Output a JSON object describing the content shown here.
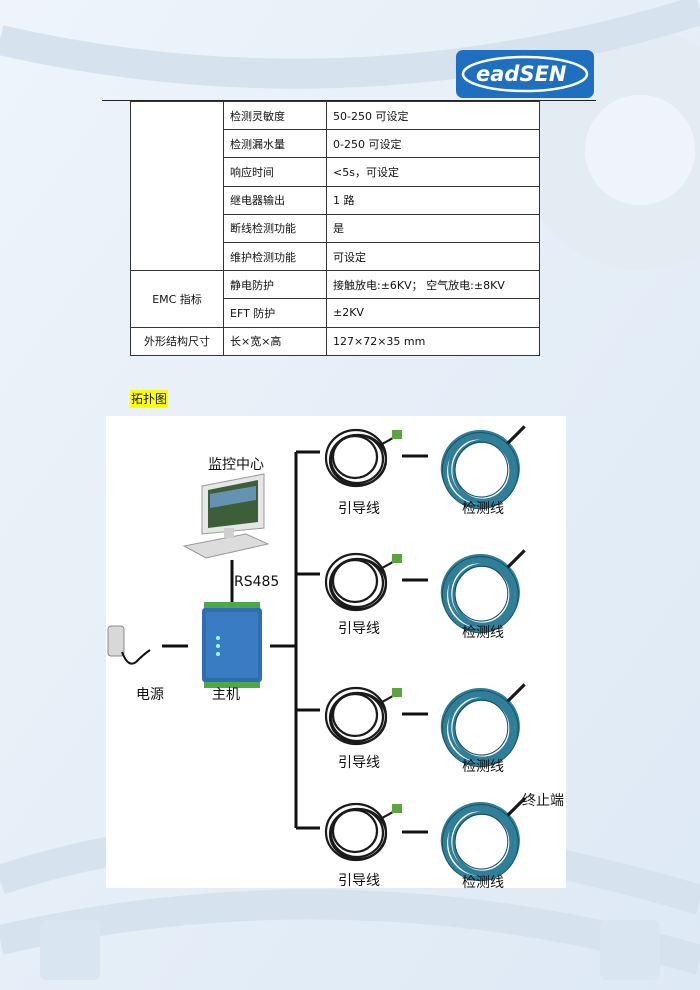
{
  "logo": {
    "text": "eadSEN"
  },
  "spec_table": {
    "rows": [
      {
        "label": "检测灵敏度",
        "value": "50-250 可设定"
      },
      {
        "label": "检测漏水量",
        "value": "0-250 可设定"
      },
      {
        "label": "响应时间",
        "value": "<5s，可设定"
      },
      {
        "label": "继电器输出",
        "value": "1 路"
      },
      {
        "label": "断线检测功能",
        "value": "是"
      },
      {
        "label": "维护检测功能",
        "value": "可设定"
      },
      {
        "group": "EMC 指标",
        "label": "静电防护",
        "value": "接触放电:±6KV；  空气放电:±8KV"
      },
      {
        "label": "EFT 防护",
        "value": "±2KV"
      },
      {
        "group": "外形结构尺寸",
        "label": "长×宽×高",
        "value": "127×72×35 mm"
      }
    ]
  },
  "topology": {
    "title": "拓扑图",
    "monitor_center": "监控中心",
    "rs485": "RS485",
    "power": "电源",
    "host": "主机",
    "lead_wire": "引导线",
    "sense_wire": "检测线",
    "terminator": "终止端",
    "lead_wire_labels": [
      "引导线",
      "引导线",
      "引导线",
      "引导线"
    ],
    "sense_wire_labels": [
      "检测线",
      "检测线",
      "检测线",
      "检测线"
    ]
  },
  "colors": {
    "logo_blue": "#1e6fc0",
    "highlight": "#ffff00",
    "device_blue": "#2f6db5",
    "cable_teal": "#2f7f99"
  }
}
